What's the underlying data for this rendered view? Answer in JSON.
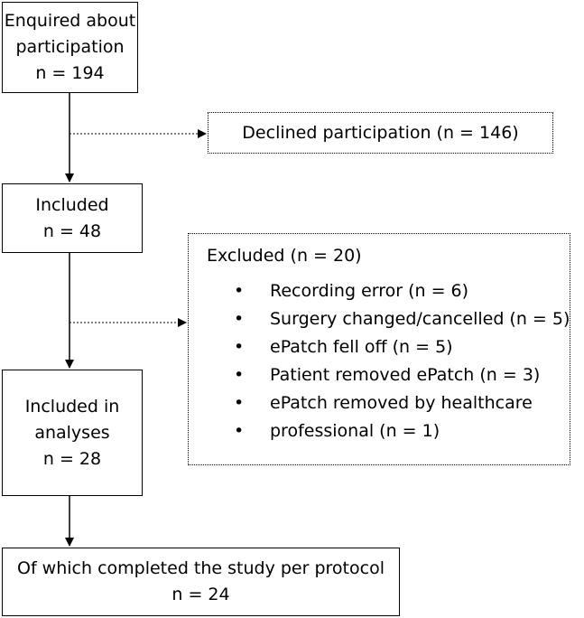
{
  "boxes": {
    "enquired": {
      "lines": [
        "Enquired about",
        "participation",
        "n = 194"
      ]
    },
    "declined": {
      "text": "Declined participation (n = 146)"
    },
    "included": {
      "lines": [
        "Included",
        "n = 48"
      ]
    },
    "excluded": {
      "title": "Excluded (n = 20)",
      "bullet": "•",
      "items": [
        "Recording error (n = 6)",
        "Surgery changed/cancelled (n = 5)",
        "ePatch fell off (n = 5)",
        "Patient removed ePatch (n = 3)",
        "ePatch removed by healthcare",
        "professional (n = 1)"
      ]
    },
    "analysed": {
      "lines": [
        "Included in",
        "analyses",
        "n = 28"
      ]
    },
    "completed": {
      "lines": [
        "Of which completed the study per protocol",
        "n = 24"
      ]
    }
  }
}
